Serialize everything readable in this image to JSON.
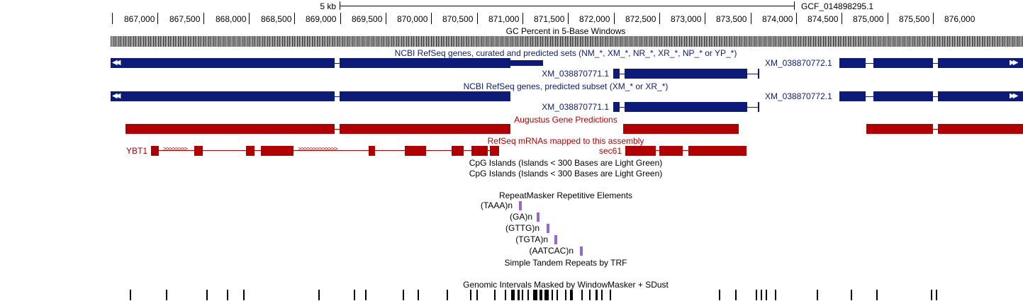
{
  "scale": {
    "label": "5 kb",
    "assembly": "GCF_014898295.1"
  },
  "ruler": {
    "positions": [
      "867,000",
      "867,500",
      "868,000",
      "868,500",
      "869,000",
      "869,500",
      "870,000",
      "870,500",
      "871,000",
      "871,500",
      "872,000",
      "872,500",
      "873,000",
      "873,500",
      "874,000",
      "874,500",
      "875,000",
      "875,500",
      "876,000"
    ]
  },
  "tracks": {
    "gc": {
      "title": "GC Percent in 5-Base Windows"
    },
    "refseq_all": {
      "title": "NCBI RefSeq genes, curated and predicted sets (NM_*, XM_*, NR_*, XR_*, NP_* or YP_*)",
      "gene1": "XM_038870771.1",
      "gene2": "XM_038870772.1"
    },
    "refseq_pred": {
      "title": "NCBI RefSeq genes, predicted subset (XM_* or XR_*)",
      "gene1": "XM_038870771.1",
      "gene2": "XM_038870772.1"
    },
    "augustus": {
      "title": "Augustus Gene Predictions"
    },
    "mrna": {
      "title": "RefSeq mRNAs mapped to this assembly",
      "gene1": "YBT1",
      "gene2": "sec61"
    },
    "cpg1": {
      "title": "CpG Islands (Islands < 300 Bases are Light Green)"
    },
    "cpg2": {
      "title": "CpG Islands (Islands < 300 Bases are Light Green)"
    },
    "rmsk": {
      "title": "RepeatMasker Repetitive Elements",
      "items": [
        "(TAAA)n",
        "(GA)n",
        "(GTTG)n",
        "(TGTA)n",
        "(AATCAC)n"
      ]
    },
    "trf": {
      "title": "Simple Tandem Repeats by TRF"
    },
    "windowmasker": {
      "title": "Genomic Intervals Masked by WindowMasker + SDust"
    }
  },
  "colors": {
    "gene_navy": "#0c1a7a",
    "prediction_red": "#b00000",
    "repeat_purple": "#9966cc"
  }
}
